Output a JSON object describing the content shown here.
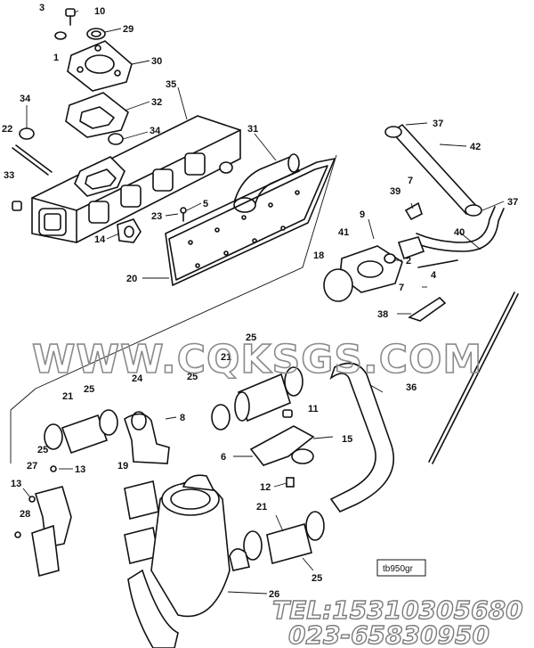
{
  "watermark": "WWW.CQKSGS.COM",
  "contact": {
    "phone": "TEL:15310305680",
    "fax": "023-65830950"
  },
  "reference_code": "tb950gr",
  "callouts": [
    {
      "id": "c10",
      "label": "10"
    },
    {
      "id": "c3",
      "label": "3"
    },
    {
      "id": "c29",
      "label": "29"
    },
    {
      "id": "c1",
      "label": "1"
    },
    {
      "id": "c30",
      "label": "30"
    },
    {
      "id": "c35",
      "label": "35"
    },
    {
      "id": "c34a",
      "label": "34"
    },
    {
      "id": "c32",
      "label": "32"
    },
    {
      "id": "c22",
      "label": "22"
    },
    {
      "id": "c34b",
      "label": "34"
    },
    {
      "id": "c31",
      "label": "31"
    },
    {
      "id": "c33",
      "label": "33"
    },
    {
      "id": "c5",
      "label": "5"
    },
    {
      "id": "c23",
      "label": "23"
    },
    {
      "id": "c14",
      "label": "14"
    },
    {
      "id": "c20",
      "label": "20"
    },
    {
      "id": "c37a",
      "label": "37"
    },
    {
      "id": "c42",
      "label": "42"
    },
    {
      "id": "c7a",
      "label": "7"
    },
    {
      "id": "c39",
      "label": "39"
    },
    {
      "id": "c37b",
      "label": "37"
    },
    {
      "id": "c9",
      "label": "9"
    },
    {
      "id": "c41",
      "label": "41"
    },
    {
      "id": "c40",
      "label": "40"
    },
    {
      "id": "c18",
      "label": "18"
    },
    {
      "id": "c2",
      "label": "2"
    },
    {
      "id": "c7b",
      "label": "7"
    },
    {
      "id": "c4",
      "label": "4"
    },
    {
      "id": "c38",
      "label": "38"
    },
    {
      "id": "c25a",
      "label": "25"
    },
    {
      "id": "c21a",
      "label": "21"
    },
    {
      "id": "c25b",
      "label": "25"
    },
    {
      "id": "c36",
      "label": "36"
    },
    {
      "id": "c21b",
      "label": "21"
    },
    {
      "id": "c25c",
      "label": "25"
    },
    {
      "id": "c24",
      "label": "24"
    },
    {
      "id": "c8",
      "label": "8"
    },
    {
      "id": "c11",
      "label": "11"
    },
    {
      "id": "c25d",
      "label": "25"
    },
    {
      "id": "c15",
      "label": "15"
    },
    {
      "id": "c6",
      "label": "6"
    },
    {
      "id": "c27",
      "label": "27"
    },
    {
      "id": "c13a",
      "label": "13"
    },
    {
      "id": "c19",
      "label": "19"
    },
    {
      "id": "c12",
      "label": "12"
    },
    {
      "id": "c13b",
      "label": "13"
    },
    {
      "id": "c28",
      "label": "28"
    },
    {
      "id": "c21c",
      "label": "21"
    },
    {
      "id": "c25e",
      "label": "25"
    },
    {
      "id": "c26",
      "label": "26"
    }
  ]
}
